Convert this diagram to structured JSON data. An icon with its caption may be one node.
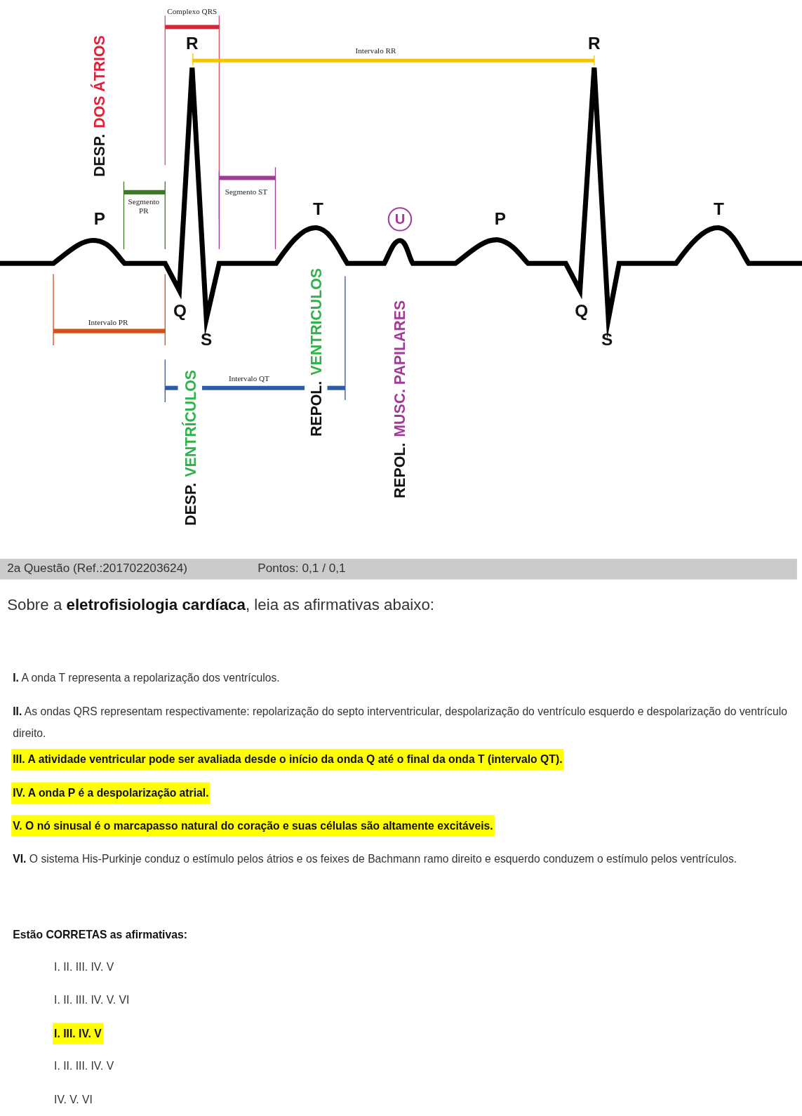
{
  "diagram": {
    "nodes": [
      {
        "text": [
          "U"
        ]
      }
    ],
    "labels": [
      "Complexo QRS",
      "R",
      "Intervalo RR",
      "R",
      "DESP.",
      "DOS ÁTRIOS",
      "Segmento PR",
      "Segmento ST",
      "P",
      "T",
      "P",
      "T",
      "Q",
      "Q",
      "Intervalo PR",
      "S",
      "S",
      "REPOL.",
      "VENTRICULOS",
      "Intervalo QT",
      "DESP.",
      "VENTRÍCULOS",
      "REPOL.",
      "MUSC. PAPILARES",
      "2a Questão (Ref.:201702203624)",
      "Pontos: 0,1  / 0,1",
      "Sobre a **eletrofisiologia cardíaca**, leia as afirmativas abaixo:",
      "**I.** A onda T representa a repolarização dos ventrículos.",
      "**II.** As ondas QRS representam respectivamente: repolarização do septo interventricular, despolarização do ventrículo esquerdo e despolarização do ventrículo direito.",
      "III. A atividade ventricular pode ser avaliada desde o início da onda Q até o final da onda T (intervalo QT).",
      "IV. A onda P é a despolarização atrial.",
      "V. O nó sinusal é o marcapasso natural do coração e suas células são altamente excitáveis.",
      "**VI.** O sistema His-Purkinje conduz o estímulo pelos átrios e os feixes de Bachmann ramo direito e esquerdo conduzem o estímulo pelos ventrículos.",
      "Estão CORRETAS as afirmativas:",
      "I. II. III. IV. V",
      "I. II. III. IV. V. VI",
      "I. III. IV. V",
      "I. II. III. IV. V",
      "IV. V. VI"
    ]
  }
}
